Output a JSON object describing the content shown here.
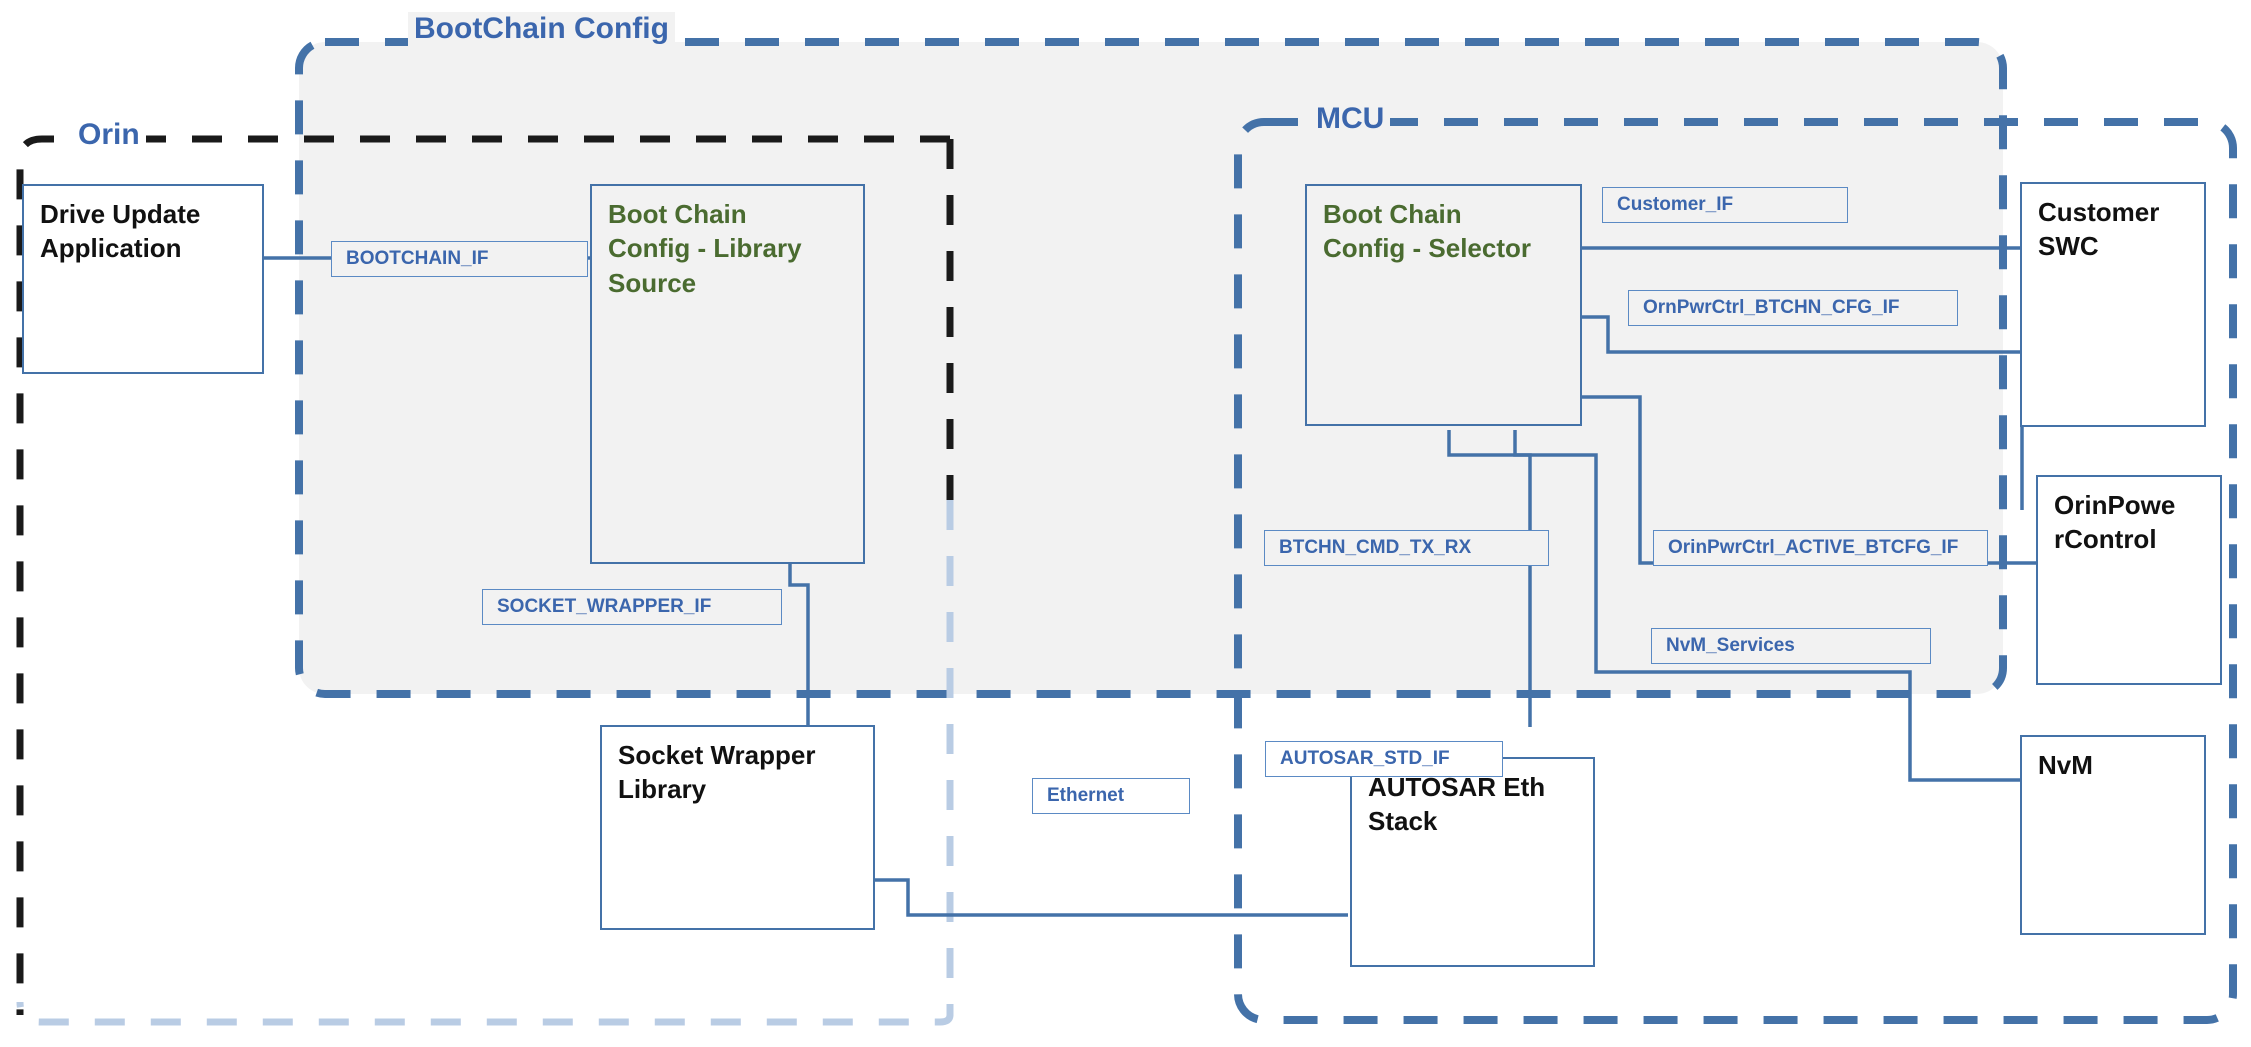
{
  "diagram": {
    "title": "BootChain Config Architecture",
    "colors": {
      "accent_blue": "#4472a8",
      "zone_blue": "#3b66ad",
      "green_text": "#4a6b30",
      "gray_fill": "#f2f2f2",
      "black": "#111111",
      "light_blue_dash": "#b9cce4"
    }
  },
  "zones": [
    {
      "id": "bootchain",
      "label": "BootChain Config",
      "style": "dashed-blue-gray"
    },
    {
      "id": "orin",
      "label": "Orin",
      "style": "dashed-black"
    },
    {
      "id": "mcu",
      "label": "MCU",
      "style": "dashed-blue"
    }
  ],
  "nodes": [
    {
      "id": "drive-update-application",
      "label": "Drive Update\nApplication",
      "color": "black"
    },
    {
      "id": "boot-chain-config-library-source",
      "label": "Boot Chain\nConfig - Library\nSource",
      "color": "green"
    },
    {
      "id": "socket-wrapper-library",
      "label": "Socket Wrapper\nLibrary",
      "color": "black"
    },
    {
      "id": "boot-chain-config-selector",
      "label": "Boot Chain\nConfig - Selector",
      "color": "green"
    },
    {
      "id": "autosar-eth-stack",
      "label": "AUTOSAR Eth\nStack",
      "color": "black"
    },
    {
      "id": "customer-swc",
      "label": "Customer\nSWC",
      "color": "black"
    },
    {
      "id": "orin-power-control",
      "label": "OrinPowe\nrControl",
      "color": "black"
    },
    {
      "id": "nvm",
      "label": "NvM",
      "color": "black"
    }
  ],
  "interfaces": [
    {
      "id": "bootchain-if",
      "label": "BOOTCHAIN_IF"
    },
    {
      "id": "socket-wrapper-if",
      "label": "SOCKET_WRAPPER_IF"
    },
    {
      "id": "customer-if",
      "label": "Customer_IF"
    },
    {
      "id": "ornpwrctrl-btchn-cfg-if",
      "label": "OrnPwrCtrl_BTCHN_CFG_IF"
    },
    {
      "id": "btchn-cmd-tx-rx",
      "label": "BTCHN_CMD_TX_RX"
    },
    {
      "id": "orinpwrctrl-active-btcfg-if",
      "label": "OrinPwrCtrl_ACTIVE_BTCFG_IF"
    },
    {
      "id": "nvm-services",
      "label": "NvM_Services"
    },
    {
      "id": "ethernet",
      "label": "Ethernet"
    },
    {
      "id": "autosar-std-if",
      "label": "AUTOSAR_STD_IF"
    }
  ]
}
